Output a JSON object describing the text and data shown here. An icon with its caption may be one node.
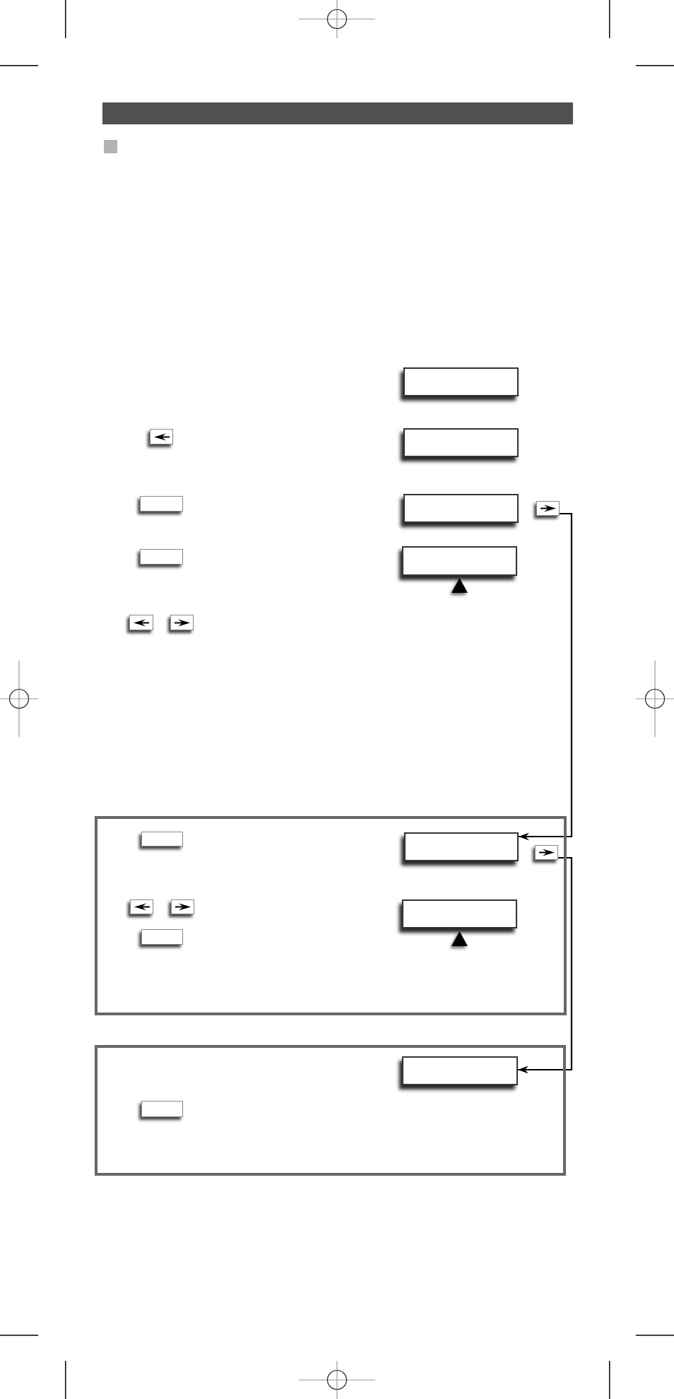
{
  "diagram": {
    "nodes": [
      {
        "text": [],
        "shape": "box"
      },
      {
        "text": [],
        "shape": "box"
      },
      {
        "text": [],
        "shape": "box"
      },
      {
        "text": [],
        "shape": "box"
      },
      {
        "text": [],
        "shape": "box"
      },
      {
        "text": [],
        "shape": "box"
      },
      {
        "text": [],
        "shape": "box"
      },
      {
        "text": [],
        "shape": "box"
      },
      {
        "text": [],
        "shape": "box"
      },
      {
        "text": [],
        "shape": "box"
      },
      {
        "text": [],
        "shape": "box"
      },
      {
        "text": [],
        "shape": "box",
        "in": 10
      },
      {
        "text": [],
        "shape": "box",
        "in": 10
      },
      {
        "text": [],
        "shape": "box",
        "in": 10
      },
      {
        "text": [],
        "shape": "box",
        "in": 10
      },
      {
        "text": [],
        "shape": "box",
        "in": 10
      },
      {
        "text": [],
        "shape": "box",
        "in": 10
      },
      {
        "text": [],
        "shape": "box",
        "in": 10
      },
      {
        "text": [],
        "shape": "box"
      },
      {
        "text": [],
        "shape": "box",
        "in": 18
      },
      {
        "text": [],
        "shape": "box",
        "in": 18
      }
    ],
    "edges": [
      {
        "from": 5,
        "to": 12,
        "arrow": "to"
      },
      {
        "from": 13,
        "to": 19,
        "arrow": "to"
      }
    ]
  }
}
